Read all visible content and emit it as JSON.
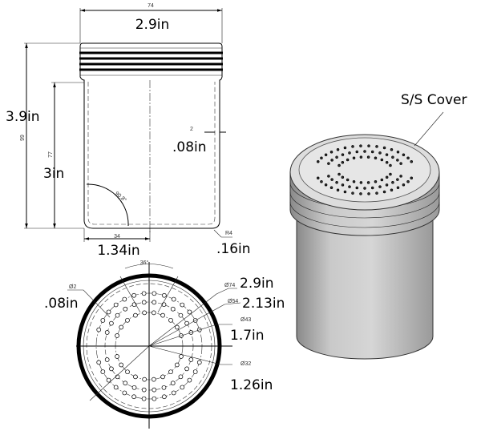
{
  "side_view": {
    "width_mm": "74",
    "width_in": "2.9in",
    "height_mm": "99",
    "height_in": "3.9in",
    "body_height_mm": "77",
    "body_height_in": "3in",
    "wall_mm": "2",
    "wall_in": ".08in",
    "angle": "90.8°",
    "half_width_mm": "34",
    "half_width_in": "1.34in",
    "radius_mm": "R4",
    "radius_in": ".16in"
  },
  "bottom_view": {
    "angle": "36°",
    "hole_mm": "Ø2",
    "hole_in": ".08in",
    "d74_mm": "Ø74",
    "d74_in": "2.9in",
    "d54_mm": "Ø54",
    "d54_in": "2.13in",
    "d43_mm": "Ø43",
    "d43_in": "1.7in",
    "d32_mm": "Ø32",
    "d32_in": "1.26in"
  },
  "iso_view": {
    "callout": "S/S Cover"
  }
}
